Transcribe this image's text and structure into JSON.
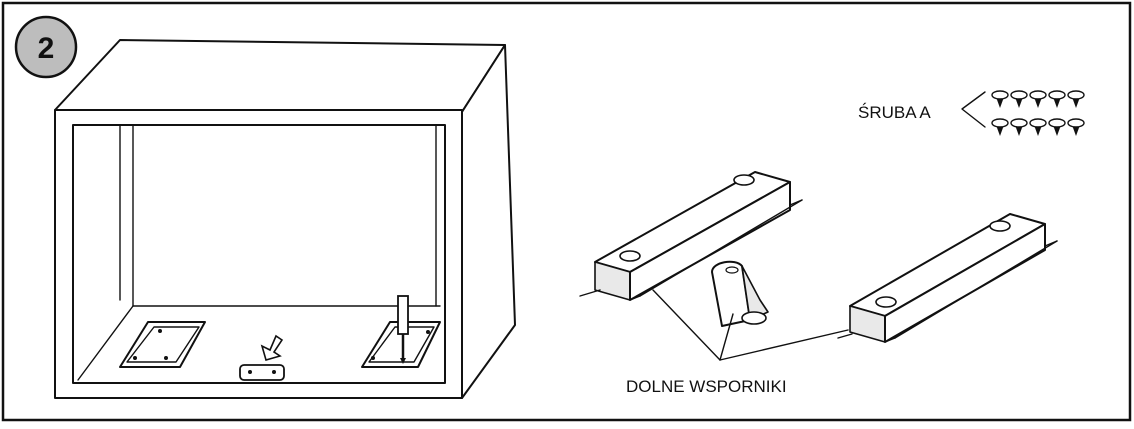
{
  "step": {
    "number": "2",
    "badge_fill": "#bdbdbd"
  },
  "labels": {
    "screw": "ŚRUBA A",
    "brackets": "DOLNE WSPORNIKI"
  },
  "colors": {
    "ink": "#111111",
    "background": "#ffffff"
  }
}
